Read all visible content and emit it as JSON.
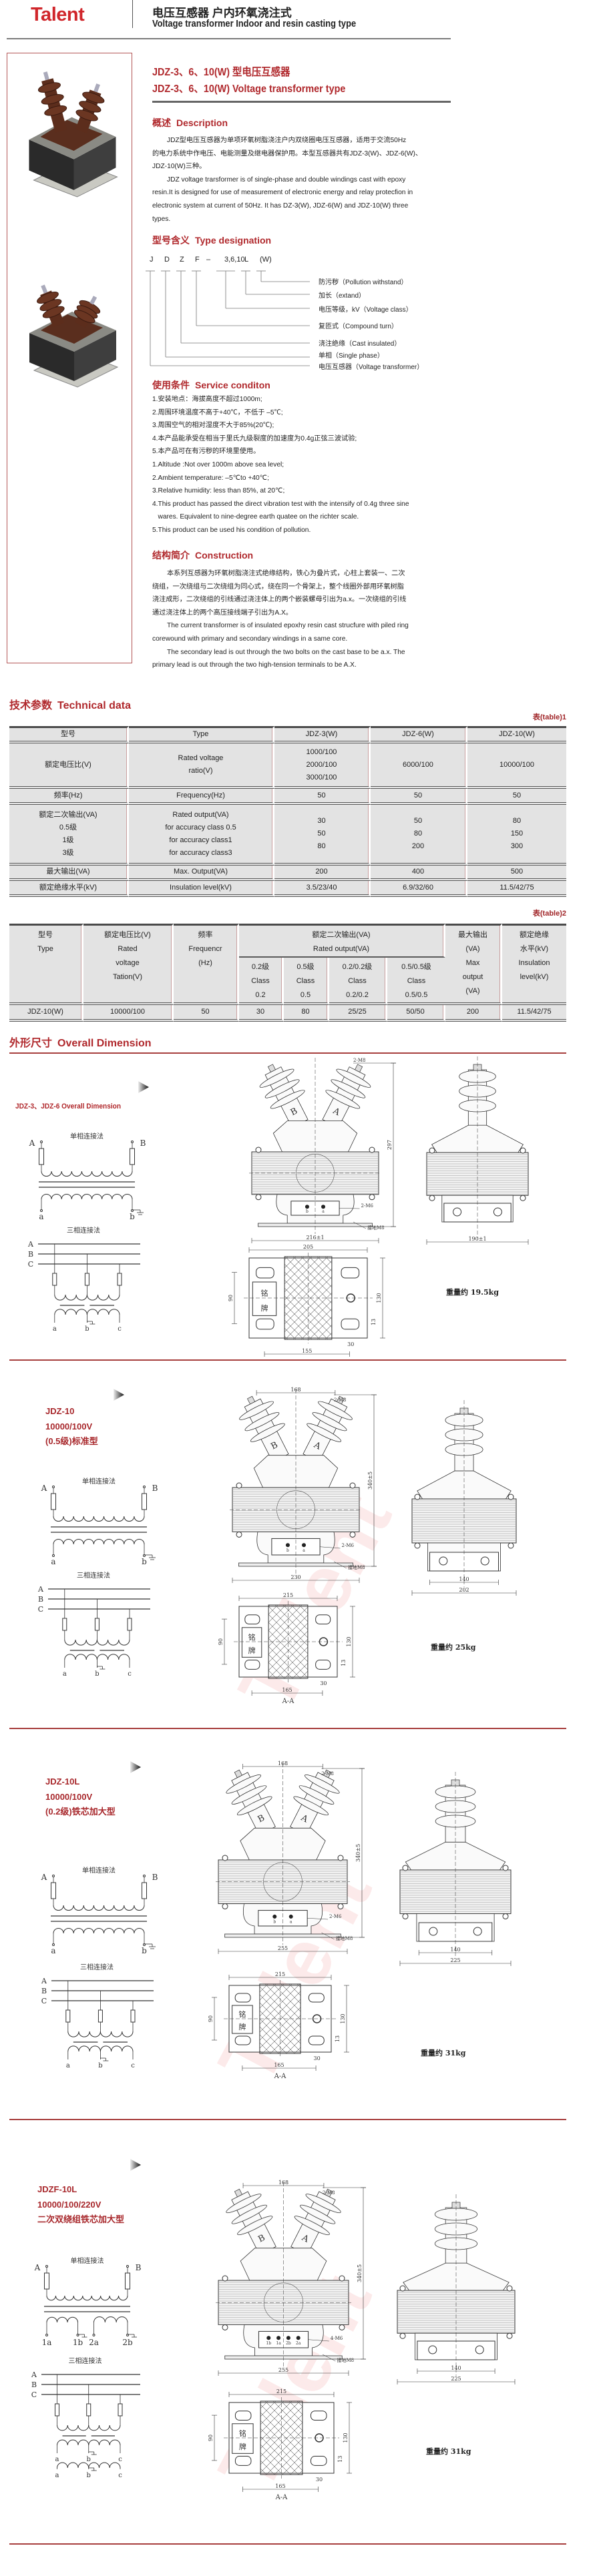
{
  "header": {
    "logo": "Talent",
    "title_cn": "电压互感器 户内环氧浇注式",
    "title_en": "Voltage transformer Indoor and resin casting type"
  },
  "product": {
    "title_cn": "JDZ-3、6、10(W) 型电压互感器",
    "title_en": "JDZ-3、6、10(W) Voltage transformer type"
  },
  "description": {
    "heading_cn": "概述",
    "heading_en": "Description",
    "cn_lines": [
      "JDZ型电压互感器为单项环氧树脂浇注户内双绕圈电压互感器，适用于交流50Hz",
      "的电力系统中作电压、电能测量及继电器保护用。本型互感器共有JDZ-3(W)、JDZ-6(W)、",
      "JDZ-10(W)三种。"
    ],
    "en_lines": [
      "JDZ voltage trarsformer is of single-phase and double windings cast with epoxy",
      "resin.It is designed for use of measurement of electronic energy and relay protecfion in",
      "electronic system at current of 50Hz. It has DZ-3(W),  JDZ-6(W) and JDZ-10(W) three",
      "types."
    ]
  },
  "type_designation": {
    "heading_cn": "型号含义",
    "heading_en": "Type designation",
    "letters": [
      "J",
      "D",
      "Z",
      "F",
      "–",
      "3,6,10",
      "L",
      "(W)"
    ],
    "labels": {
      "W": "防污秽（Pollution withstand）",
      "L": "加长（extand）",
      "V": "电压等级，kV（Voltage class）",
      "F": "复匝式（Compound turn）",
      "Z": "浇注绝缘（Cast insulated）",
      "D": "单相（Single phase）",
      "J": "电压互感器（Voltage transformer）"
    }
  },
  "service": {
    "heading_cn": "使用条件",
    "heading_en": "Service conditon",
    "lines": [
      "1.安装地点：海拔高度不超过1000m;",
      "2.周围环境温度不高于+40℃，不低于 –5℃;",
      "3.周围空气的相对湿度不大于85%(20℃);",
      "4.本产品能承受在相当于里氏九级裂度的加速度为0.4g正弦三波试验;",
      "5.本产品可在有污秽的环境里使用。",
      "1.Altitude :Not over 1000m above sea level;",
      "2.Ambient temperature: –5℃to +40℃;",
      "3.Relative humidity: less than 85%, at 20℃;",
      "4.This product has passed the direct vibration test with the intensify of 0.4g three sine",
      "   wares. Equivalent to nine-degree earth quatee on the richter scale.",
      "5.This product can be used his condition of pollution."
    ]
  },
  "construction": {
    "heading_cn": "结构简介",
    "heading_en": "Construction",
    "lines": [
      "本系列互感器为环氧树脂浇注式绝缘结构，铁心为叠片式，心柱上套装一、二次",
      "绕组，一次绕组与二次绕组为同心式，绕在同一个骨架上，整个线圈外部用环氧树脂",
      "浇注成形，二次绕组的引线通过浇注体上的两个嵌装螺母引出为a.x。一次绕组的引线",
      "通过浇注体上的两个高压接线端子引出为A.X。",
      "The current transformer is of insulated epoxhy resin cast strucfure with piled ring",
      "corewound with primary and secondary windings in a same core.",
      "The secondary lead is out through the two bolts on the cast base to be a.x. The",
      "primary lead is out through the two high-tension terminals to be A.X."
    ]
  },
  "technical": {
    "heading_cn": "技术参数",
    "heading_en": "Technical data",
    "table1_label": "表(table)1",
    "table1": [
      [
        "型号",
        "Type",
        "JDZ-3(W)",
        "JDZ-6(W)",
        "JDZ-10(W)"
      ],
      [
        "额定电压比(V)",
        "Rated voltage\nratio(V)",
        "1000/100\n2000/100\n3000/100",
        "6000/100",
        "10000/100"
      ],
      [
        "频率(Hz)",
        "Frequency(Hz)",
        "50",
        "50",
        "50"
      ],
      [
        "额定二次输出(VA)\n0.5级\n1级\n3级",
        "Rated output(VA)\nfor accuracy class 0.5\nfor accuracy class1\nfor accuracy class3",
        "30\n50\n80",
        "50\n80\n200",
        "80\n150\n300"
      ],
      [
        "最大输出(VA)",
        "Max. Output(VA)",
        "200",
        "400",
        "500"
      ],
      [
        "额定绝缘水平(kV)",
        "Insulation level(kV)",
        "3.5/23/40",
        "6.9/32/60",
        "11.5/42/75"
      ]
    ],
    "table2_label": "表(table)2",
    "table2": {
      "head": [
        "型号\nType",
        "额定电压比(V)\nRated\nvoltage\nTation(V)",
        "频率\nFrequencr\n(Hz)",
        "额定二次输出(VA)\nRated output(VA)",
        "最大输出\n(VA)\nMax\noutput\n(VA)",
        "额定绝缘\n水平(kV)\nInsulation\nlevel(kV)"
      ],
      "subhead": [
        "0.2级\nClass\n0.2",
        "0.5级\nClass\n0.5",
        "0.2/0.2级\nClass\n0.2/0.2",
        "0.5/0.5级\nClass\n0.5/0.5"
      ],
      "row": [
        "JDZ-10(W)",
        "10000/100",
        "50",
        "30",
        "80",
        "25/25",
        "50/50",
        "200",
        "11.5/42/75"
      ]
    }
  },
  "dimension": {
    "heading_cn": "外形尺寸",
    "heading_en": "Overall Dimension",
    "watermark": "Talent",
    "sections": [
      {
        "model": "JDZ-3、JDZ-6 Overall Dimension",
        "single": {
          "title": "单相连接法",
          "A": "A",
          "B": "B",
          "out": [
            "a",
            "b"
          ]
        },
        "three": {
          "title": "三相连接法",
          "lines": [
            "A",
            "B",
            "C"
          ],
          "out": [
            "a",
            "b",
            "c"
          ]
        },
        "front": {
          "top": null,
          "height": "297",
          "width": "216±1",
          "bolt_top": "2-M8",
          "bolt_box": "2-M6",
          "ground": "接地M8",
          "phase_left": "B",
          "phase_right": "A",
          "terminals": [
            "b",
            "a"
          ]
        },
        "side": {
          "inner": null,
          "outer": "190±1"
        },
        "bottom": {
          "top": "205",
          "left": "90",
          "right": "130",
          "small_v": "13",
          "small_h": "30",
          "bottom": "155",
          "nameplate": [
            "铭",
            "牌"
          ],
          "section": null
        },
        "weight": "重量约 19.5kg"
      },
      {
        "model": "JDZ-10\n10000/100V\n(0.5级)标准型",
        "single": {
          "title": "单相连接法",
          "A": "A",
          "B": "B",
          "out": [
            "a",
            "b"
          ]
        },
        "three": {
          "title": "三相连接法",
          "lines": [
            "A",
            "B",
            "C"
          ],
          "out": [
            "a",
            "b",
            "c"
          ]
        },
        "front": {
          "top": "168",
          "height": "340±5",
          "width": "230",
          "bolt_top": "2-M8",
          "bolt_box": "2-M6",
          "ground": "接地M8",
          "phase_left": "B",
          "phase_right": "A",
          "terminals": [
            "b",
            "a"
          ]
        },
        "side": {
          "inner": "140",
          "outer": "202"
        },
        "bottom": {
          "top": "215",
          "left": "90",
          "right": "130",
          "small_v": "13",
          "small_h": "30",
          "bottom": "165",
          "nameplate": [
            "铭",
            "牌"
          ],
          "section": "A-A"
        },
        "weight": "重量约 25kg"
      },
      {
        "model": "JDZ-10L\n10000/100V\n(0.2级)铁芯加大型",
        "single": {
          "title": "单相连接法",
          "A": "A",
          "B": "B",
          "out": [
            "a",
            "b"
          ]
        },
        "three": {
          "title": "三相连接法",
          "lines": [
            "A",
            "B",
            "C"
          ],
          "out": [
            "a",
            "b",
            "c"
          ]
        },
        "front": {
          "top": "168",
          "height": "340±5",
          "width": "255",
          "bolt_top": "2-M8",
          "bolt_box": "2-M6",
          "ground": "接地M8",
          "phase_left": "B",
          "phase_right": "A",
          "terminals": [
            "b",
            "a"
          ]
        },
        "side": {
          "inner": "140",
          "outer": "225"
        },
        "bottom": {
          "top": "215",
          "left": "90",
          "right": "130",
          "small_v": "13",
          "small_h": "30",
          "bottom": "165",
          "nameplate": [
            "铭",
            "牌"
          ],
          "section": "A-A"
        },
        "weight": "重量约 31kg"
      },
      {
        "model": "JDZF-10L\n10000/100/220V\n二次双绕组铁芯加大型",
        "single": {
          "title": "单相连接法",
          "A": "A",
          "B": "B",
          "out": [
            "1a",
            "1b",
            "2a",
            "2b"
          ]
        },
        "three": {
          "title": "三相连接法",
          "lines": [
            "A",
            "B",
            "C"
          ],
          "out": [
            "a",
            "b",
            "c"
          ],
          "dual": true
        },
        "front": {
          "top": "168",
          "height": "340±5",
          "width": "255",
          "bolt_top": "2-M8",
          "bolt_box": "4-M6",
          "ground": "接地M8",
          "phase_left": "B",
          "phase_right": "A",
          "terminals": [
            "1b",
            "1a",
            "2b",
            "2a"
          ]
        },
        "side": {
          "inner": "140",
          "outer": "225"
        },
        "bottom": {
          "top": "215",
          "left": "90",
          "right": "130",
          "small_v": "13",
          "small_h": "30",
          "bottom": "165",
          "nameplate": [
            "铭",
            "牌"
          ],
          "section": "A-A"
        },
        "weight": "重量约 31kg"
      }
    ]
  }
}
